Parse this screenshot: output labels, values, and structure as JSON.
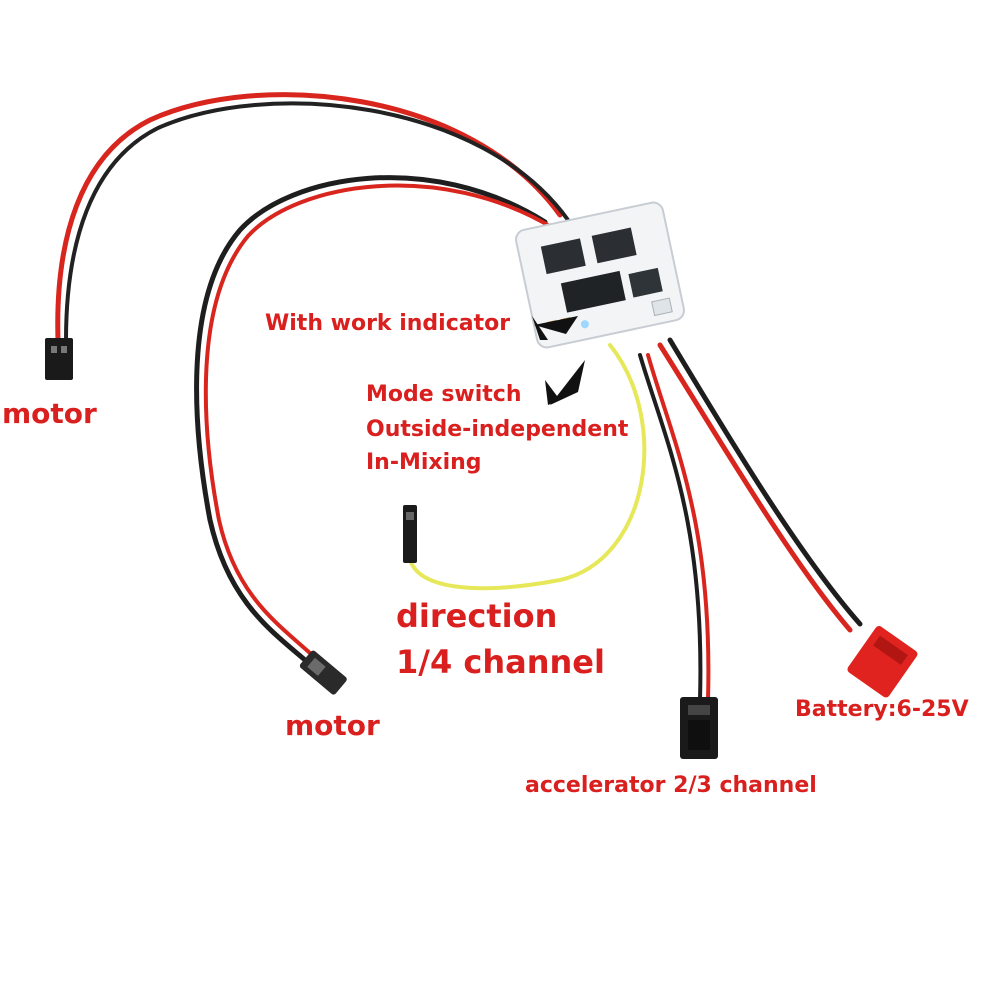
{
  "labels": {
    "work_indicator": "With work indicator",
    "mode_switch_1": "Mode switch",
    "mode_switch_2": "Outside-independent",
    "mode_switch_3": "In-Mixing",
    "motor_left": "motor",
    "motor_bottom": "motor",
    "direction_1": "direction",
    "direction_2": "1/4 channel",
    "battery": "Battery:6-25V",
    "accelerator": "accelerator  2/3 channel"
  },
  "colors": {
    "label_text": "#d9201f",
    "wire_red": "#d8261f",
    "wire_black": "#1e1e1e",
    "wire_yellow": "#e6e85a",
    "connector_red": "#e0231e",
    "connector_black": "#1a1a1a",
    "board": "#f2f4f6",
    "arrow": "#111111"
  }
}
